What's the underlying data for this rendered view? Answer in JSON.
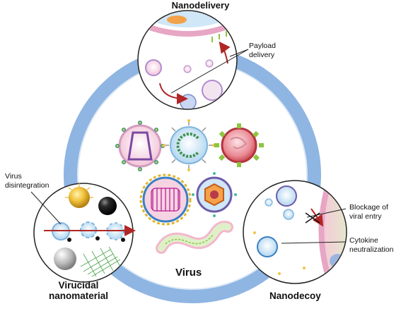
{
  "labels": {
    "nanodelivery": "Nanodelivery",
    "virus": "Virus",
    "virucidal_line1": "Virucidal",
    "virucidal_line2": "nanomaterial",
    "nanodecoy": "Nanodecoy"
  },
  "annotations": {
    "payload_line1": "Payload",
    "payload_line2": "delivery",
    "virus_line1": "Virus",
    "virus_line2": "disintegration",
    "blockage_line1": "Blockage of",
    "blockage_line2": "viral entry",
    "cytokine_line1": "Cytokine",
    "cytokine_line2": "neutralization"
  },
  "colors": {
    "ring": "#8fb5e2",
    "ring_inner": "#dbe8f6",
    "membrane": "#e7a6c4",
    "arrow": "#b12626",
    "virus_pink": "#f1bfd6",
    "virus_blue": "#a9d2ee",
    "gold": "#e5b32a"
  }
}
